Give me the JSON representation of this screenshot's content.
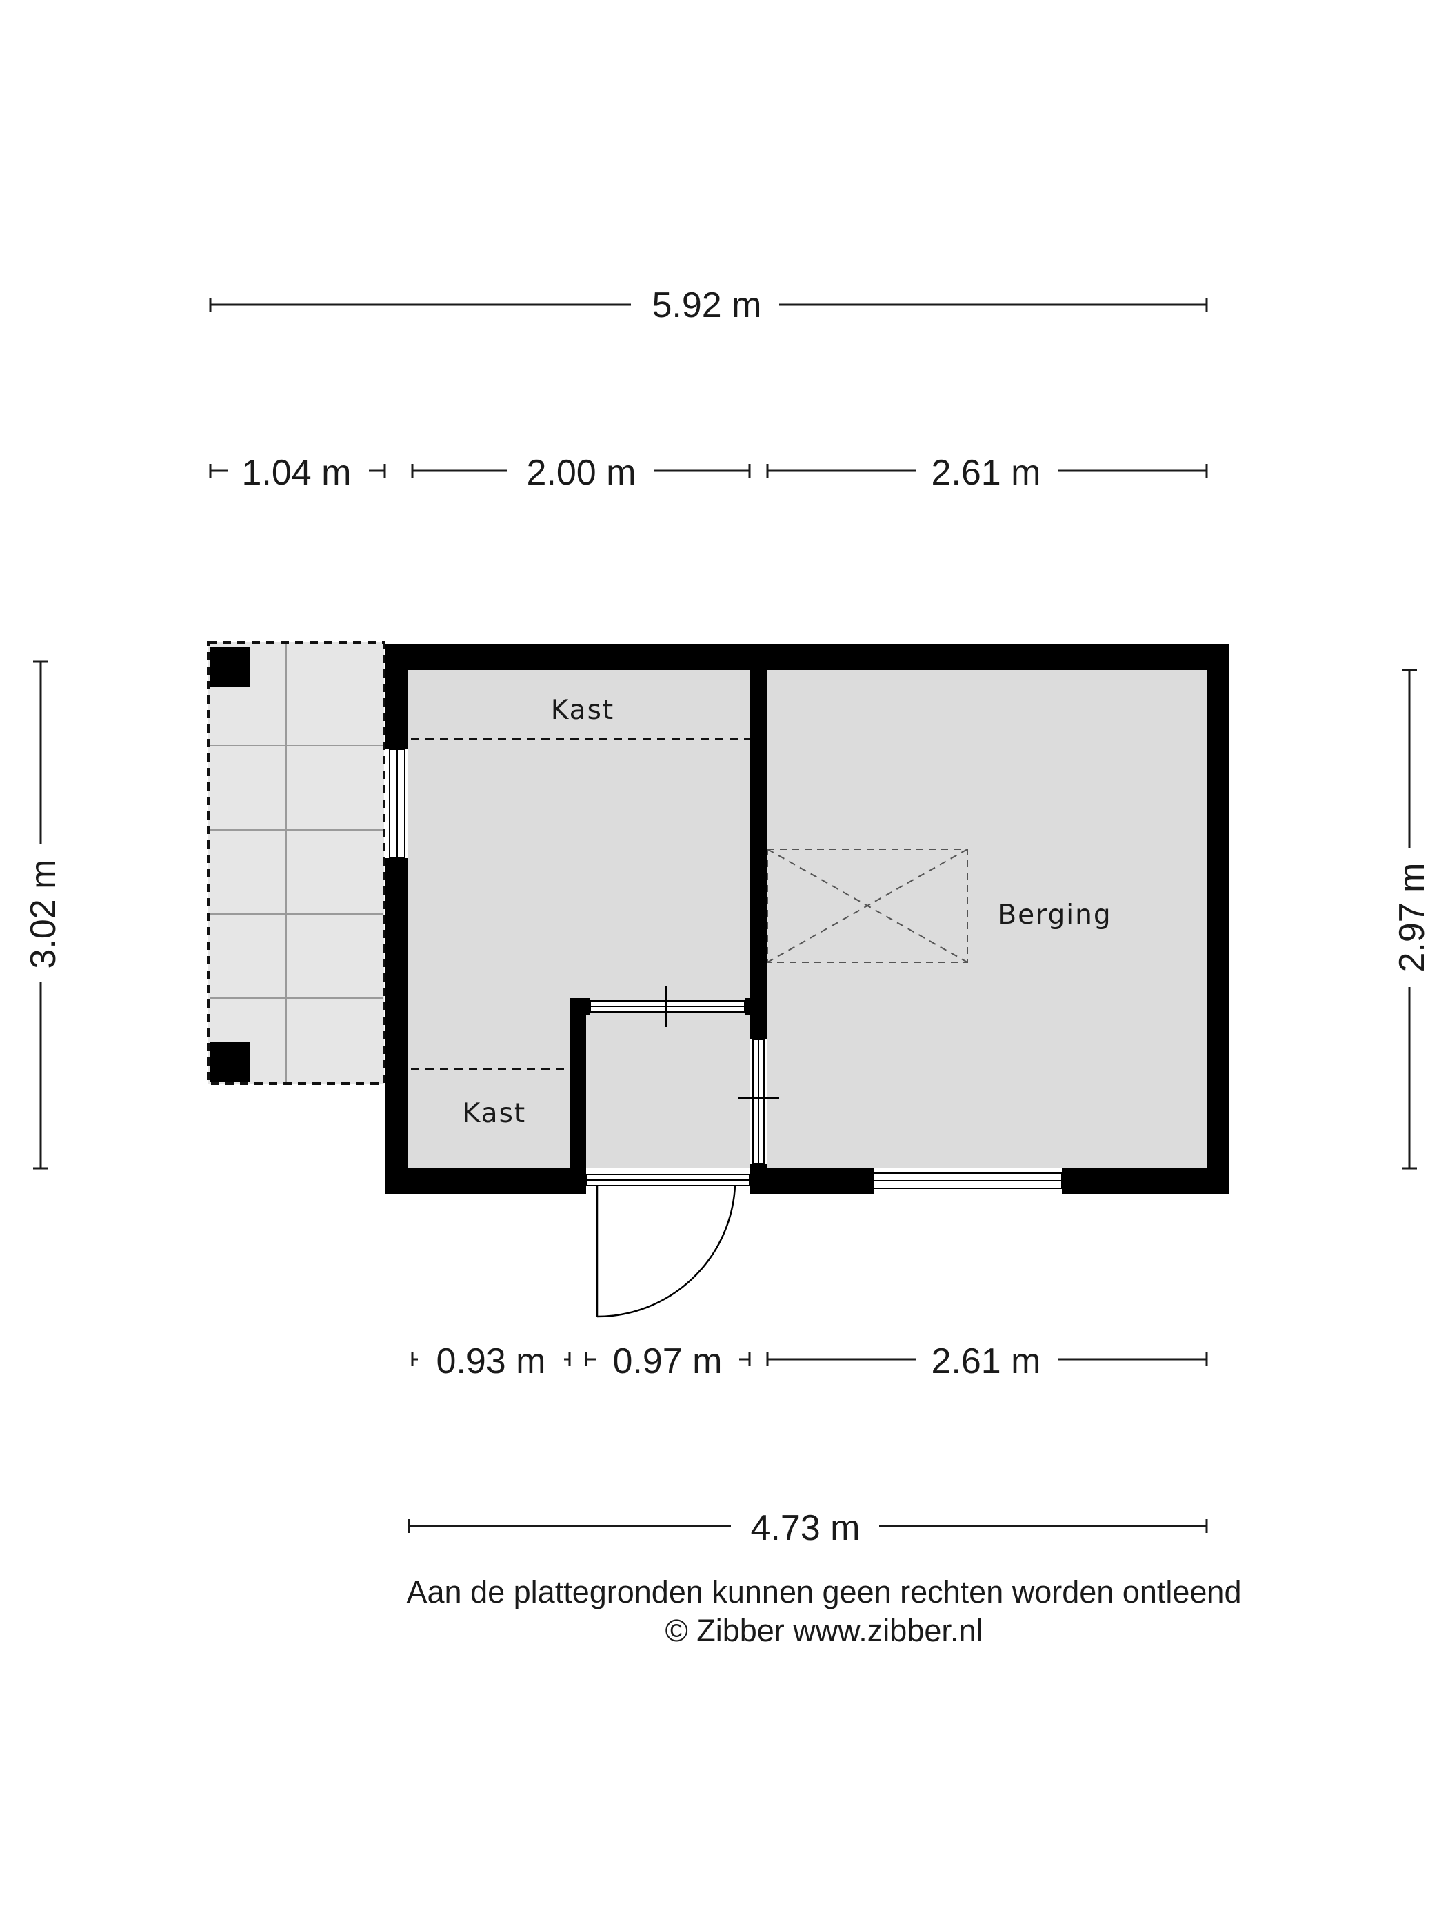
{
  "dimensions": {
    "top_total": "5.92 m",
    "top_segment_1": "1.04 m",
    "top_segment_2": "2.00 m",
    "top_segment_3": "2.61 m",
    "left_height": "3.02 m",
    "right_height": "2.97 m",
    "bottom_segment_1": "0.93 m",
    "bottom_segment_2": "0.97 m",
    "bottom_segment_3": "2.61 m",
    "bottom_total": "4.73 m"
  },
  "rooms": {
    "kast_top": "Kast",
    "kast_bottom": "Kast",
    "berging": "Berging"
  },
  "footer": {
    "disclaimer": "Aan de plattegronden kunnen geen rechten worden ontleend",
    "copyright": "© Zibber www.zibber.nl"
  },
  "colors": {
    "wall": "#000000",
    "floor": "#dcdcdc",
    "terrace": "#e6e6e6"
  }
}
